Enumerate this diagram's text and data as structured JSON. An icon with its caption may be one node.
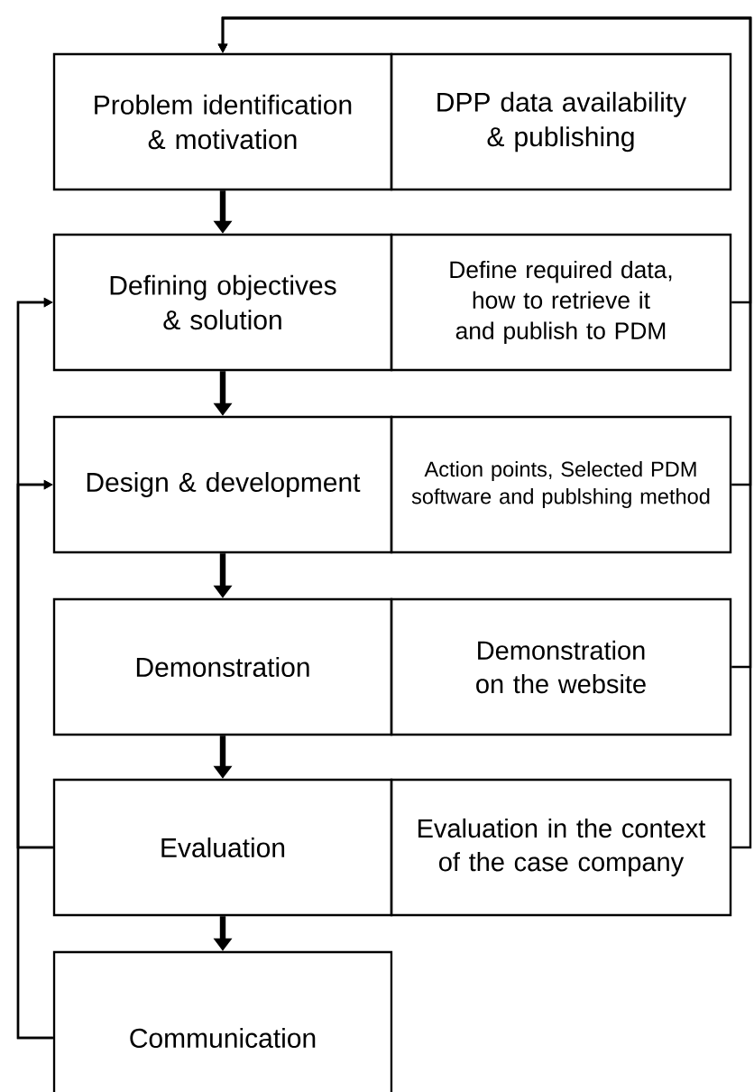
{
  "diagram": {
    "nodes": [
      {
        "text": [
          "Problem identification & motivation"
        ]
      },
      {
        "text": [
          "DPP data availability & publishing"
        ]
      },
      {
        "text": [
          "Defining objectives & solution"
        ]
      },
      {
        "text": [
          "Define required data, how to retrieve it and publish to PDM"
        ]
      },
      {
        "text": [
          "Design & development"
        ]
      },
      {
        "text": [
          "Action points, Selected PDM software and publshing method"
        ]
      },
      {
        "text": [
          "Demonstration"
        ]
      },
      {
        "text": [
          "Demonstration on the website"
        ]
      },
      {
        "text": [
          "Evaluation"
        ]
      },
      {
        "text": [
          "Evaluation in the context of the case company"
        ]
      },
      {
        "text": [
          "Communication"
        ]
      }
    ],
    "edges": [
      {
        "from": 0,
        "to": 2,
        "arrow": "to",
        "style": "thick"
      },
      {
        "from": 2,
        "to": 4,
        "arrow": "to",
        "style": "thick"
      },
      {
        "from": 4,
        "to": 6,
        "arrow": "to",
        "style": "thick"
      },
      {
        "from": 6,
        "to": 8,
        "arrow": "to",
        "style": "thick"
      },
      {
        "from": 8,
        "to": 10,
        "arrow": "to",
        "style": "thick"
      },
      {
        "from": 3,
        "to": 0,
        "arrow": "to"
      },
      {
        "from": 5,
        "to": 0,
        "arrow": "to"
      },
      {
        "from": 7,
        "to": 0,
        "arrow": "to"
      },
      {
        "from": 9,
        "to": 0,
        "arrow": "to"
      },
      {
        "from": 8,
        "to": 2,
        "arrow": "to"
      },
      {
        "from": 8,
        "to": 4,
        "arrow": "to"
      },
      {
        "from": 10,
        "to": 2,
        "arrow": "to"
      },
      {
        "from": 10,
        "to": 4,
        "arrow": "to"
      }
    ]
  }
}
